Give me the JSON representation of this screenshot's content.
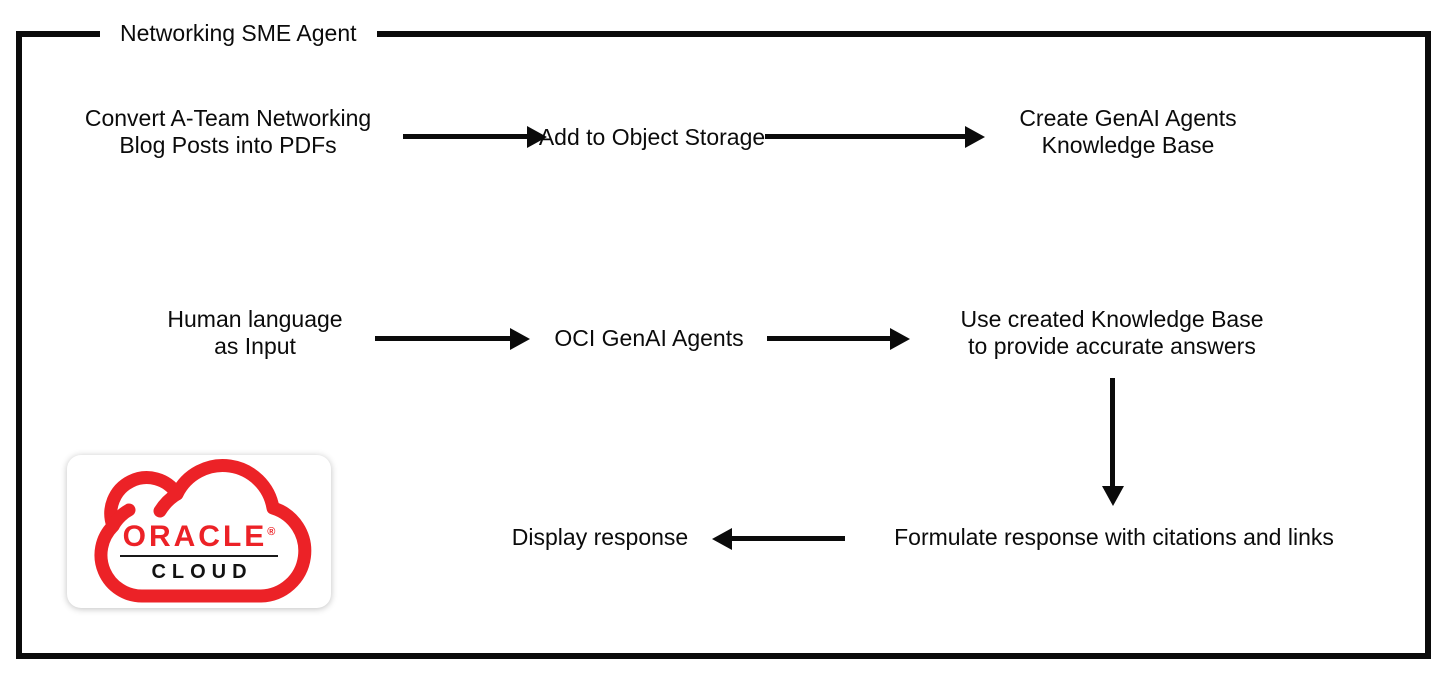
{
  "frame": {
    "title": "Networking SME Agent"
  },
  "colors": {
    "ink": "#0b0b0b",
    "oracle_red": "#ec2227",
    "background": "#ffffff"
  },
  "ingest_flow": {
    "step_convert": {
      "line1": "Convert A-Team Networking",
      "line2": "Blog Posts into PDFs"
    },
    "step_storage": {
      "label": "Add to Object Storage"
    },
    "step_kb": {
      "line1": "Create GenAI Agents",
      "line2": "Knowledge Base"
    }
  },
  "query_flow": {
    "step_input": {
      "line1": "Human language",
      "line2": "as Input"
    },
    "step_agents": {
      "label": "OCI GenAI Agents"
    },
    "step_use_kb": {
      "line1": "Use created Knowledge Base",
      "line2": "to provide accurate answers"
    },
    "step_formulate": {
      "label": "Formulate response with citations and links"
    },
    "step_display": {
      "label": "Display response"
    }
  },
  "logo": {
    "brand": "ORACLE",
    "registered": "®",
    "product": "CLOUD"
  },
  "icons": {
    "arrow_right": "right-pointing flow arrow",
    "arrow_left": "left-pointing flow arrow",
    "arrow_down": "down-pointing flow arrow",
    "cloud": "oracle-cloud-outline"
  }
}
